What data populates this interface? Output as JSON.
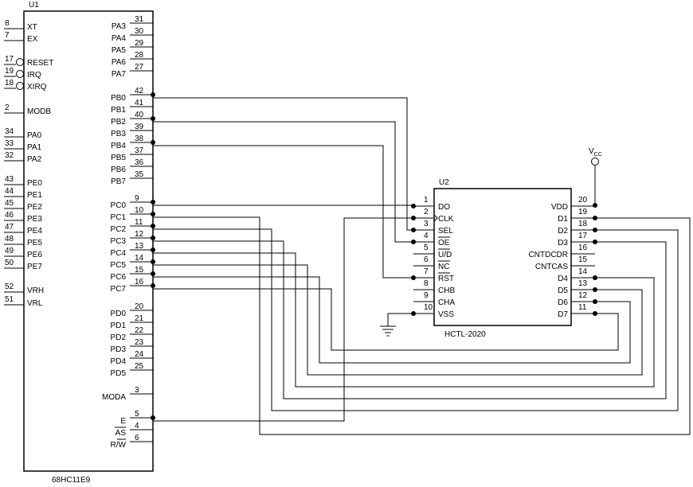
{
  "u1": {
    "ref": "U1",
    "part": "68HC11E9",
    "left_pins": [
      {
        "num": "8",
        "name": "XT"
      },
      {
        "num": "7",
        "name": "EX"
      },
      {
        "num": "17",
        "name": "RESET"
      },
      {
        "num": "19",
        "name": "IRQ"
      },
      {
        "num": "18",
        "name": "XIRQ"
      },
      {
        "num": "2",
        "name": "MODB"
      },
      {
        "num": "34",
        "name": "PA0"
      },
      {
        "num": "33",
        "name": "PA1"
      },
      {
        "num": "32",
        "name": "PA2"
      },
      {
        "num": "43",
        "name": "PE0"
      },
      {
        "num": "44",
        "name": "PE1"
      },
      {
        "num": "45",
        "name": "PE2"
      },
      {
        "num": "46",
        "name": "PE3"
      },
      {
        "num": "47",
        "name": "PE4"
      },
      {
        "num": "48",
        "name": "PE5"
      },
      {
        "num": "49",
        "name": "PE6"
      },
      {
        "num": "50",
        "name": "PE7"
      },
      {
        "num": "52",
        "name": "VRH"
      },
      {
        "num": "51",
        "name": "VRL"
      }
    ],
    "right_pins": [
      {
        "num": "31",
        "name": "PA3"
      },
      {
        "num": "30",
        "name": "PA4"
      },
      {
        "num": "29",
        "name": "PA5"
      },
      {
        "num": "28",
        "name": "PA6"
      },
      {
        "num": "27",
        "name": "PA7"
      },
      {
        "num": "42",
        "name": "PB0"
      },
      {
        "num": "41",
        "name": "PB1"
      },
      {
        "num": "40",
        "name": "PB2"
      },
      {
        "num": "39",
        "name": "PB3"
      },
      {
        "num": "38",
        "name": "PB4"
      },
      {
        "num": "37",
        "name": "PB5"
      },
      {
        "num": "36",
        "name": "PB6"
      },
      {
        "num": "35",
        "name": "PB7"
      },
      {
        "num": "9",
        "name": "PC0"
      },
      {
        "num": "10",
        "name": "PC1"
      },
      {
        "num": "11",
        "name": "PC2"
      },
      {
        "num": "12",
        "name": "PC3"
      },
      {
        "num": "13",
        "name": "PC4"
      },
      {
        "num": "14",
        "name": "PC5"
      },
      {
        "num": "15",
        "name": "PC6"
      },
      {
        "num": "16",
        "name": "PC7"
      },
      {
        "num": "20",
        "name": "PD0"
      },
      {
        "num": "21",
        "name": "PD1"
      },
      {
        "num": "22",
        "name": "PD2"
      },
      {
        "num": "23",
        "name": "PD3"
      },
      {
        "num": "24",
        "name": "PD4"
      },
      {
        "num": "25",
        "name": "PD5"
      },
      {
        "num": "3",
        "name": "MODA"
      },
      {
        "num": "5",
        "name": "E"
      },
      {
        "num": "4",
        "name": "AS"
      },
      {
        "num": "6",
        "name": "R/W"
      }
    ]
  },
  "u2": {
    "ref": "U2",
    "part": "HCTL-2020",
    "left_pins": [
      {
        "num": "1",
        "name": "DO"
      },
      {
        "num": "2",
        "name": "CLK"
      },
      {
        "num": "3",
        "name": "SEL"
      },
      {
        "num": "4",
        "name": "OE"
      },
      {
        "num": "5",
        "name": "U/D"
      },
      {
        "num": "6",
        "name": "NC"
      },
      {
        "num": "7",
        "name": "RST"
      },
      {
        "num": "8",
        "name": "CHB"
      },
      {
        "num": "9",
        "name": "CHA"
      },
      {
        "num": "10",
        "name": "VSS"
      }
    ],
    "right_pins": [
      {
        "num": "20",
        "name": "VDD"
      },
      {
        "num": "19",
        "name": "D1"
      },
      {
        "num": "18",
        "name": "D2"
      },
      {
        "num": "17",
        "name": "D3"
      },
      {
        "num": "16",
        "name": "CNTDCDR"
      },
      {
        "num": "15",
        "name": "CNTCAS"
      },
      {
        "num": "14",
        "name": "D4"
      },
      {
        "num": "13",
        "name": "D5"
      },
      {
        "num": "12",
        "name": "D6"
      },
      {
        "num": "11",
        "name": "D7"
      }
    ]
  },
  "supply": {
    "label": "V",
    "sub": "CC"
  }
}
